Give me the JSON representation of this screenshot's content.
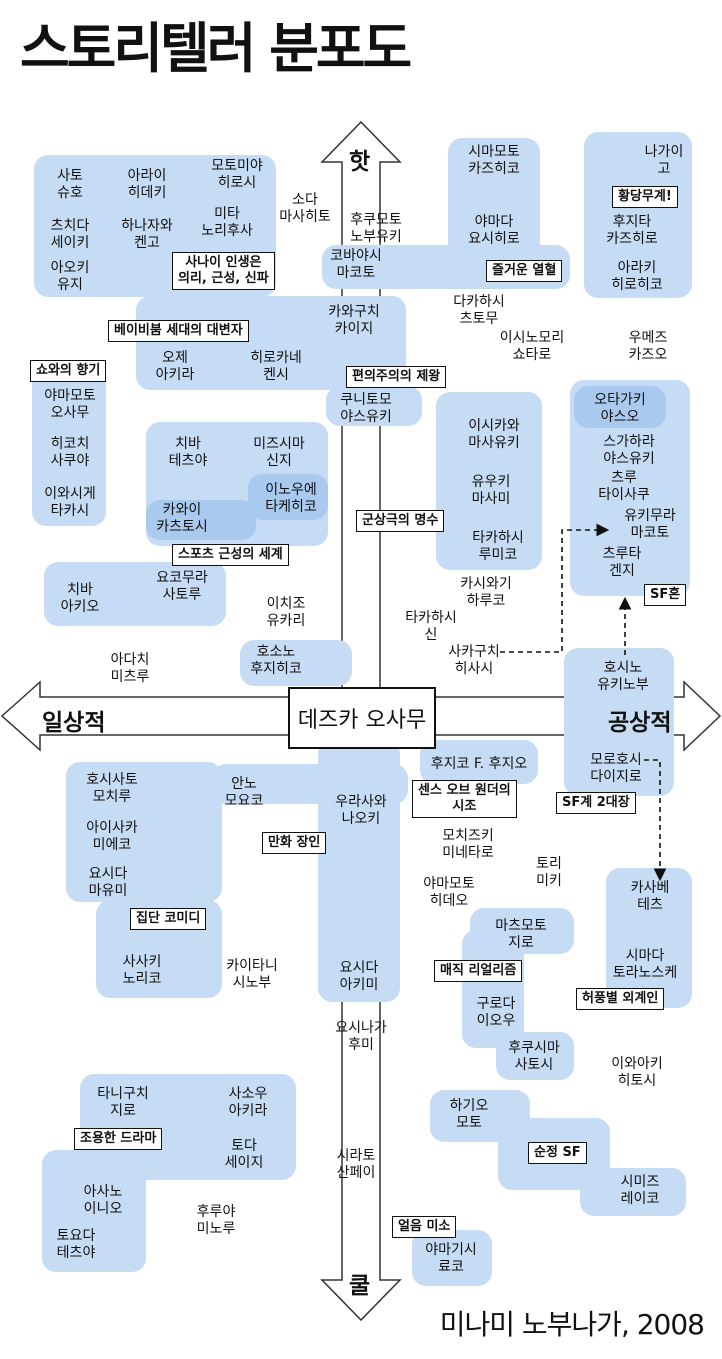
{
  "title": "스토리텔러 분포도",
  "credit": "미나미 노부나가, 2008",
  "axes": {
    "top": "핫",
    "bottom": "쿨",
    "left": "일상적",
    "right": "공상적"
  },
  "center": "데즈카 오사무",
  "group_labels": [
    "사나이 인생은\n의리, 근성, 신파",
    "베이비붐 세대의 대변자",
    "쇼와의 향기",
    "편의주의의 제왕",
    "즐거운 열혈",
    "황당무계!",
    "군상극의 명수",
    "스포츠 근성의 세계",
    "SF혼",
    "센스 오브 원더의\n시조",
    "SF계 2대장",
    "만화 장인",
    "집단 코미디",
    "매직 리얼리즘",
    "허풍별 외계인",
    "조용한 드라마",
    "순정 SF",
    "얼음 미소"
  ],
  "authors": [
    "사토\n슈호",
    "아라이\n히데키",
    "모토미야\n히로시",
    "츠치다\n세이키",
    "하나자와\n켄고",
    "미타\n노리후사",
    "아오키\n유지",
    "소다\n마사히토",
    "후쿠모토\n노부유키",
    "코바야시\n마코토",
    "시마모토\n카즈히코",
    "야마다\n요시히로",
    "나가이\n고",
    "후지타\n카즈히로",
    "아라키\n히로히코",
    "카와구치\n카이지",
    "다카하시\n츠토무",
    "이시노모리\n쇼타로",
    "우메즈\n카즈오",
    "오제\n아키라",
    "히로카네\n켄시",
    "야마모토\n오사무",
    "쿠니토모\n야스유키",
    "히코치\n사쿠야",
    "이와시게\n타카시",
    "치바\n테츠야",
    "미즈시마\n신지",
    "이노우에\n타케히코",
    "카와이\n카츠토시",
    "이시카와\n마사유키",
    "유우키\n마사미",
    "타카하시\n루미코",
    "오타가키\n야스오",
    "스가하라\n야스유키",
    "츠루\n타이사쿠",
    "유키무라\n마코토",
    "츠루타\n겐지",
    "치바\n아키오",
    "요코무라\n사토루",
    "이치조\n유카리",
    "카시와기\n하루코",
    "타카하시\n신",
    "사카구치\n히사시",
    "호소노\n후지히코",
    "아다치\n미츠루",
    "호시노\n유키노부",
    "후지코 F. 후지오",
    "모로호시\n다이지로",
    "호시사토\n모치루",
    "안노\n모요코",
    "우라사와\n나오키",
    "아이사카\n미에코",
    "모치즈키\n미네타로",
    "토리\n미키",
    "요시다\n마유미",
    "야마모토\n히데오",
    "카사베\n테츠",
    "마츠모토\n지로",
    "사사키\n노리코",
    "카이타니\n시노부",
    "요시다\n아키미",
    "시마다\n토라노스케",
    "구로다\n이오우",
    "요시나가\n후미",
    "후쿠시마\n사토시",
    "이와아키\n히토시",
    "타니구치\n지로",
    "사소우\n아키라",
    "하기오\n모토",
    "토다\n세이지",
    "아사노\n이니오",
    "시라토\n산페이",
    "시미즈\n레이코",
    "토요다\n테츠야",
    "후루야\n미노루",
    "야마기시\n료코"
  ]
}
